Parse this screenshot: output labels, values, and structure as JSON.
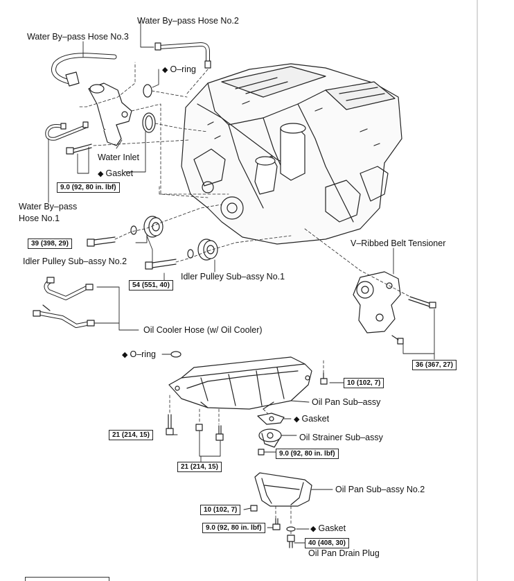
{
  "labels": {
    "water_bypass_hose_2": "Water By–pass Hose No.2",
    "water_bypass_hose_3": "Water By–pass Hose No.3",
    "oring_top": "O–ring",
    "water_inlet": "Water Inlet",
    "gasket_top": "Gasket",
    "water_bypass_hose_1_line1": "Water By–pass",
    "water_bypass_hose_1_line2": "Hose No.1",
    "idler_pulley_2": "Idler Pulley Sub–assy No.2",
    "idler_pulley_1": "Idler Pulley Sub–assy No.1",
    "vribbed_belt_tensioner": "V–Ribbed Belt Tensioner",
    "oil_cooler_hose": "Oil Cooler Hose (w/ Oil Cooler)",
    "oring_pan": "O–ring",
    "oil_pan_subassy": "Oil Pan Sub–assy",
    "gasket_pan": "Gasket",
    "oil_strainer": "Oil Strainer Sub–assy",
    "oil_pan_subassy_2": "Oil Pan Sub–assy No.2",
    "gasket_drain": "Gasket",
    "oil_pan_drain_plug": "Oil Pan Drain Plug"
  },
  "torque_specs": {
    "water_inlet_bolt": "9.0 (92, 80 in. lbf)",
    "idler_2_bolt": "39 (398, 29)",
    "idler_1_bolt": "54 (551, 40)",
    "tensioner_bolt": "36 (367, 27)",
    "oil_pan_stud": "10 (102, 7)",
    "oil_pan_bolt_left": "21 (214, 15)",
    "oil_pan_bolt_bottom": "21 (214, 15)",
    "strainer_bolt": "9.0 (92, 80 in. lbf)",
    "pan2_nut": "10 (102, 7)",
    "pan2_bolt": "9.0 (92, 80 in. lbf)",
    "drain_plug": "40 (408, 30)"
  },
  "symbols": {
    "non_reusable_mark": "◆"
  }
}
